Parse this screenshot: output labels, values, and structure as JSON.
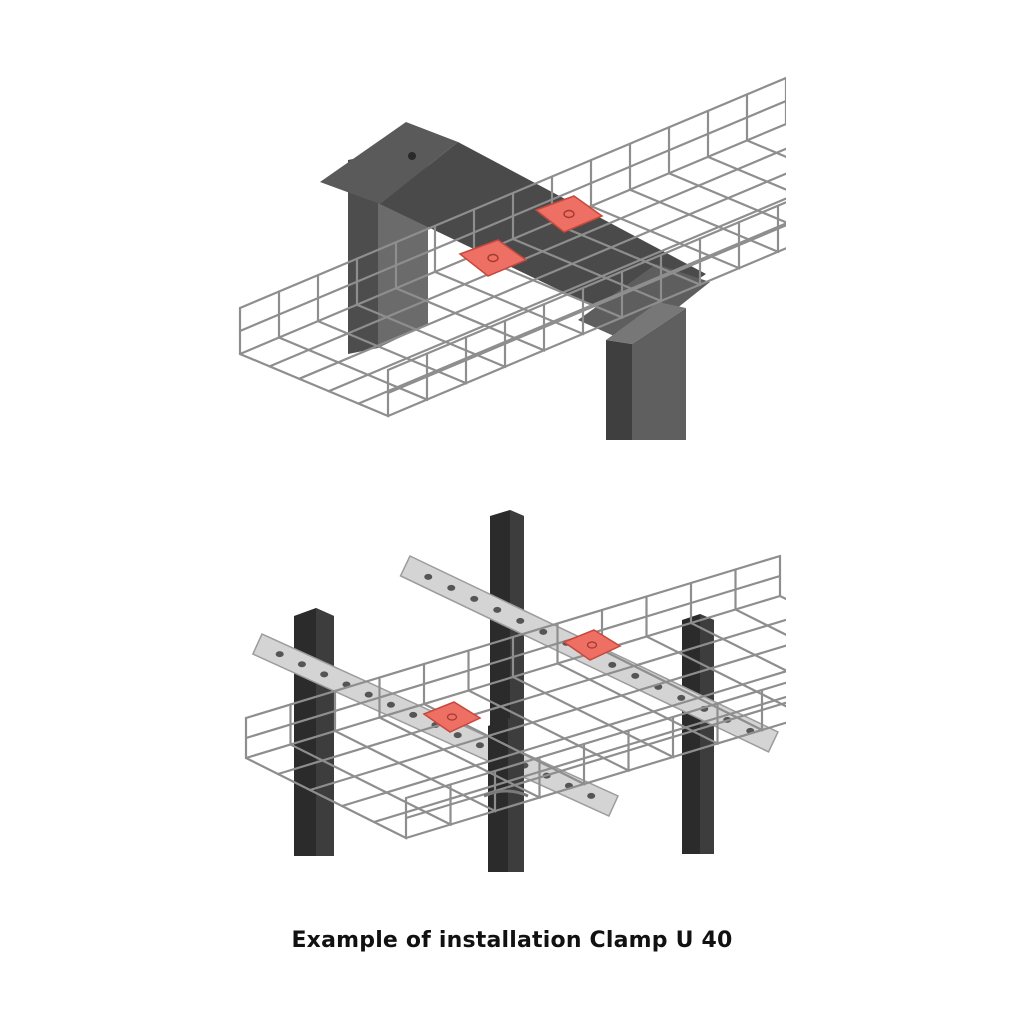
{
  "caption": "Example of installation Clamp U 40",
  "colors": {
    "background": "#ffffff",
    "wire": "#8e8e8e",
    "steel_dark": "#4d4d4d",
    "steel_mid": "#6b6b6b",
    "steel_light": "#9a9a9a",
    "post": "#2b2b2b",
    "strut": "#d4d4d4",
    "strut_edge": "#9c9c9c",
    "clamp_plate": "#ee6f63",
    "clamp_edge": "#c7483d",
    "text": "#111111"
  },
  "figures": [
    {
      "id": "top",
      "icon": "wire-mesh-tray-on-steel-beam-illustration"
    },
    {
      "id": "bottom",
      "icon": "wire-mesh-tray-on-perforated-strut-illustration"
    }
  ]
}
